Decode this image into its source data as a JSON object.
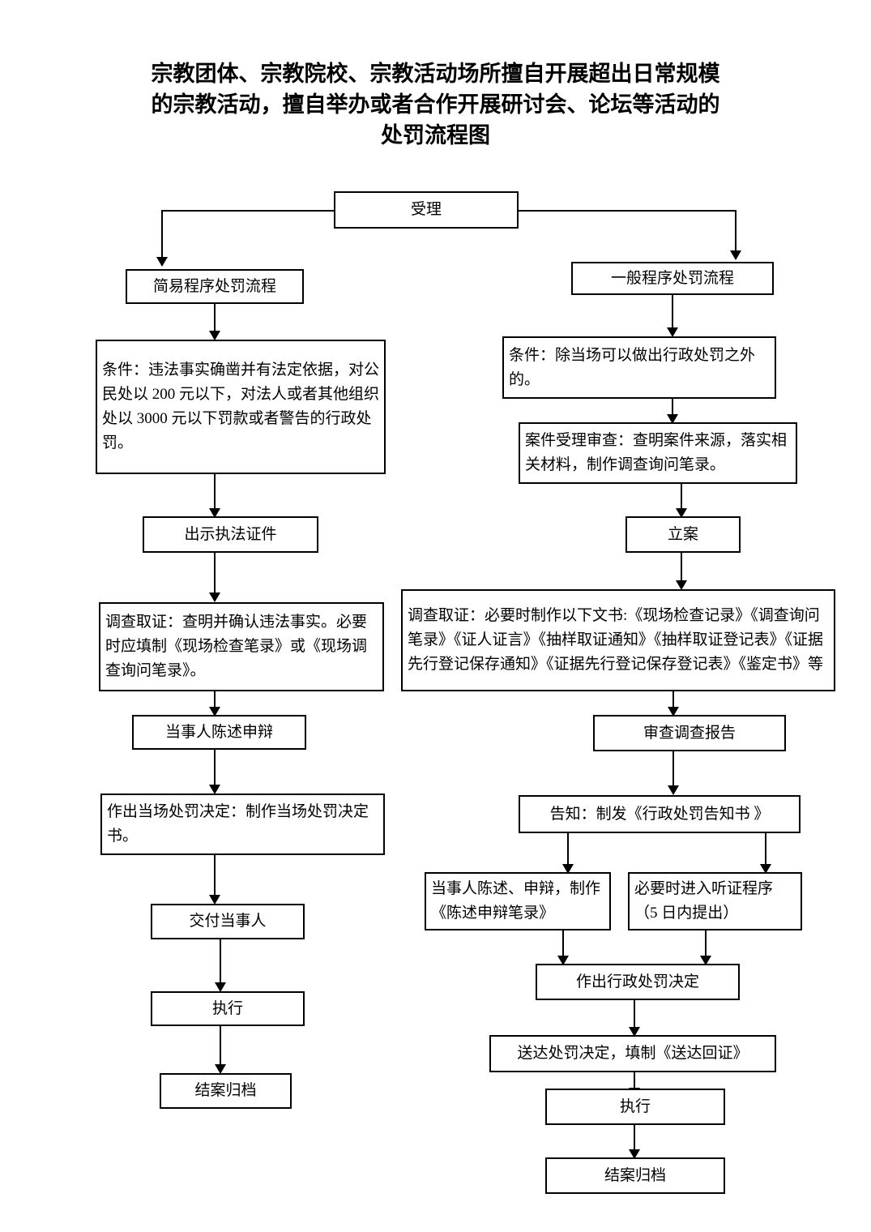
{
  "document": {
    "title_lines": [
      "宗教团体、宗教院校、宗教活动场所擅自开展超出日常规模",
      "的宗教活动，擅自举办或者合作开展研讨会、论坛等活动的",
      "处罚流程图"
    ]
  },
  "flowchart": {
    "type": "flowchart",
    "orientation": "top-down",
    "start": {
      "id": "accept",
      "label": "受理"
    },
    "branches": [
      {
        "id": "simple-procedure",
        "header": "简易程序处罚流程",
        "steps": [
          {
            "id": "simple-condition",
            "label": "条件：违法事实确凿并有法定依据，对公民处以 200 元以下，对法人或者其他组织处以 3000 元以下罚款或者警告的行政处罚。"
          },
          {
            "id": "show-credentials",
            "label": "出示执法证件"
          },
          {
            "id": "simple-investigation",
            "label": "调查取证：查明并确认违法事实。必要时应填制《现场检查笔录》或《现场调查询问笔录》。"
          },
          {
            "id": "simple-statement",
            "label": "当事人陈述申辩"
          },
          {
            "id": "onsite-decision",
            "label": "作出当场处罚决定：制作当场处罚决定书。"
          },
          {
            "id": "deliver-party",
            "label": "交付当事人"
          },
          {
            "id": "simple-execute",
            "label": "执行"
          },
          {
            "id": "simple-close",
            "label": "结案归档"
          }
        ]
      },
      {
        "id": "general-procedure",
        "header": "一般程序处罚流程",
        "steps": [
          {
            "id": "general-condition",
            "label": "条件：除当场可以做出行政处罚之外的。"
          },
          {
            "id": "case-review",
            "label": "案件受理审查：查明案件来源，落实相关材料，制作调查询问笔录。"
          },
          {
            "id": "file-case",
            "label": "立案"
          },
          {
            "id": "general-investigation",
            "label": "调查取证：必要时制作以下文书:《现场检查记录》《调查询问笔录》《证人证言》《抽样取证通知》《抽样取证登记表》《证据先行登记保存通知》《证据先行登记保存登记表》《鉴定书》等"
          },
          {
            "id": "review-report",
            "label": "审查调查报告"
          },
          {
            "id": "notify",
            "label": "告知：制发《行政处罚告知书 》"
          },
          {
            "id": "party-statement",
            "label": "当事人陈述、申辩，制作《陈述申辩笔录》"
          },
          {
            "id": "hearing-procedure",
            "label": "必要时进入听证程序（5 日内提出）"
          },
          {
            "id": "penalty-decision",
            "label": "作出行政处罚决定"
          },
          {
            "id": "serve-decision",
            "label": "送达处罚决定，填制《送达回证》"
          },
          {
            "id": "general-execute",
            "label": "执行"
          },
          {
            "id": "general-close",
            "label": "结案归档"
          }
        ]
      }
    ]
  },
  "colors": {
    "line": "#000000",
    "box_border": "#000000",
    "background": "#ffffff",
    "text": "#000000"
  }
}
